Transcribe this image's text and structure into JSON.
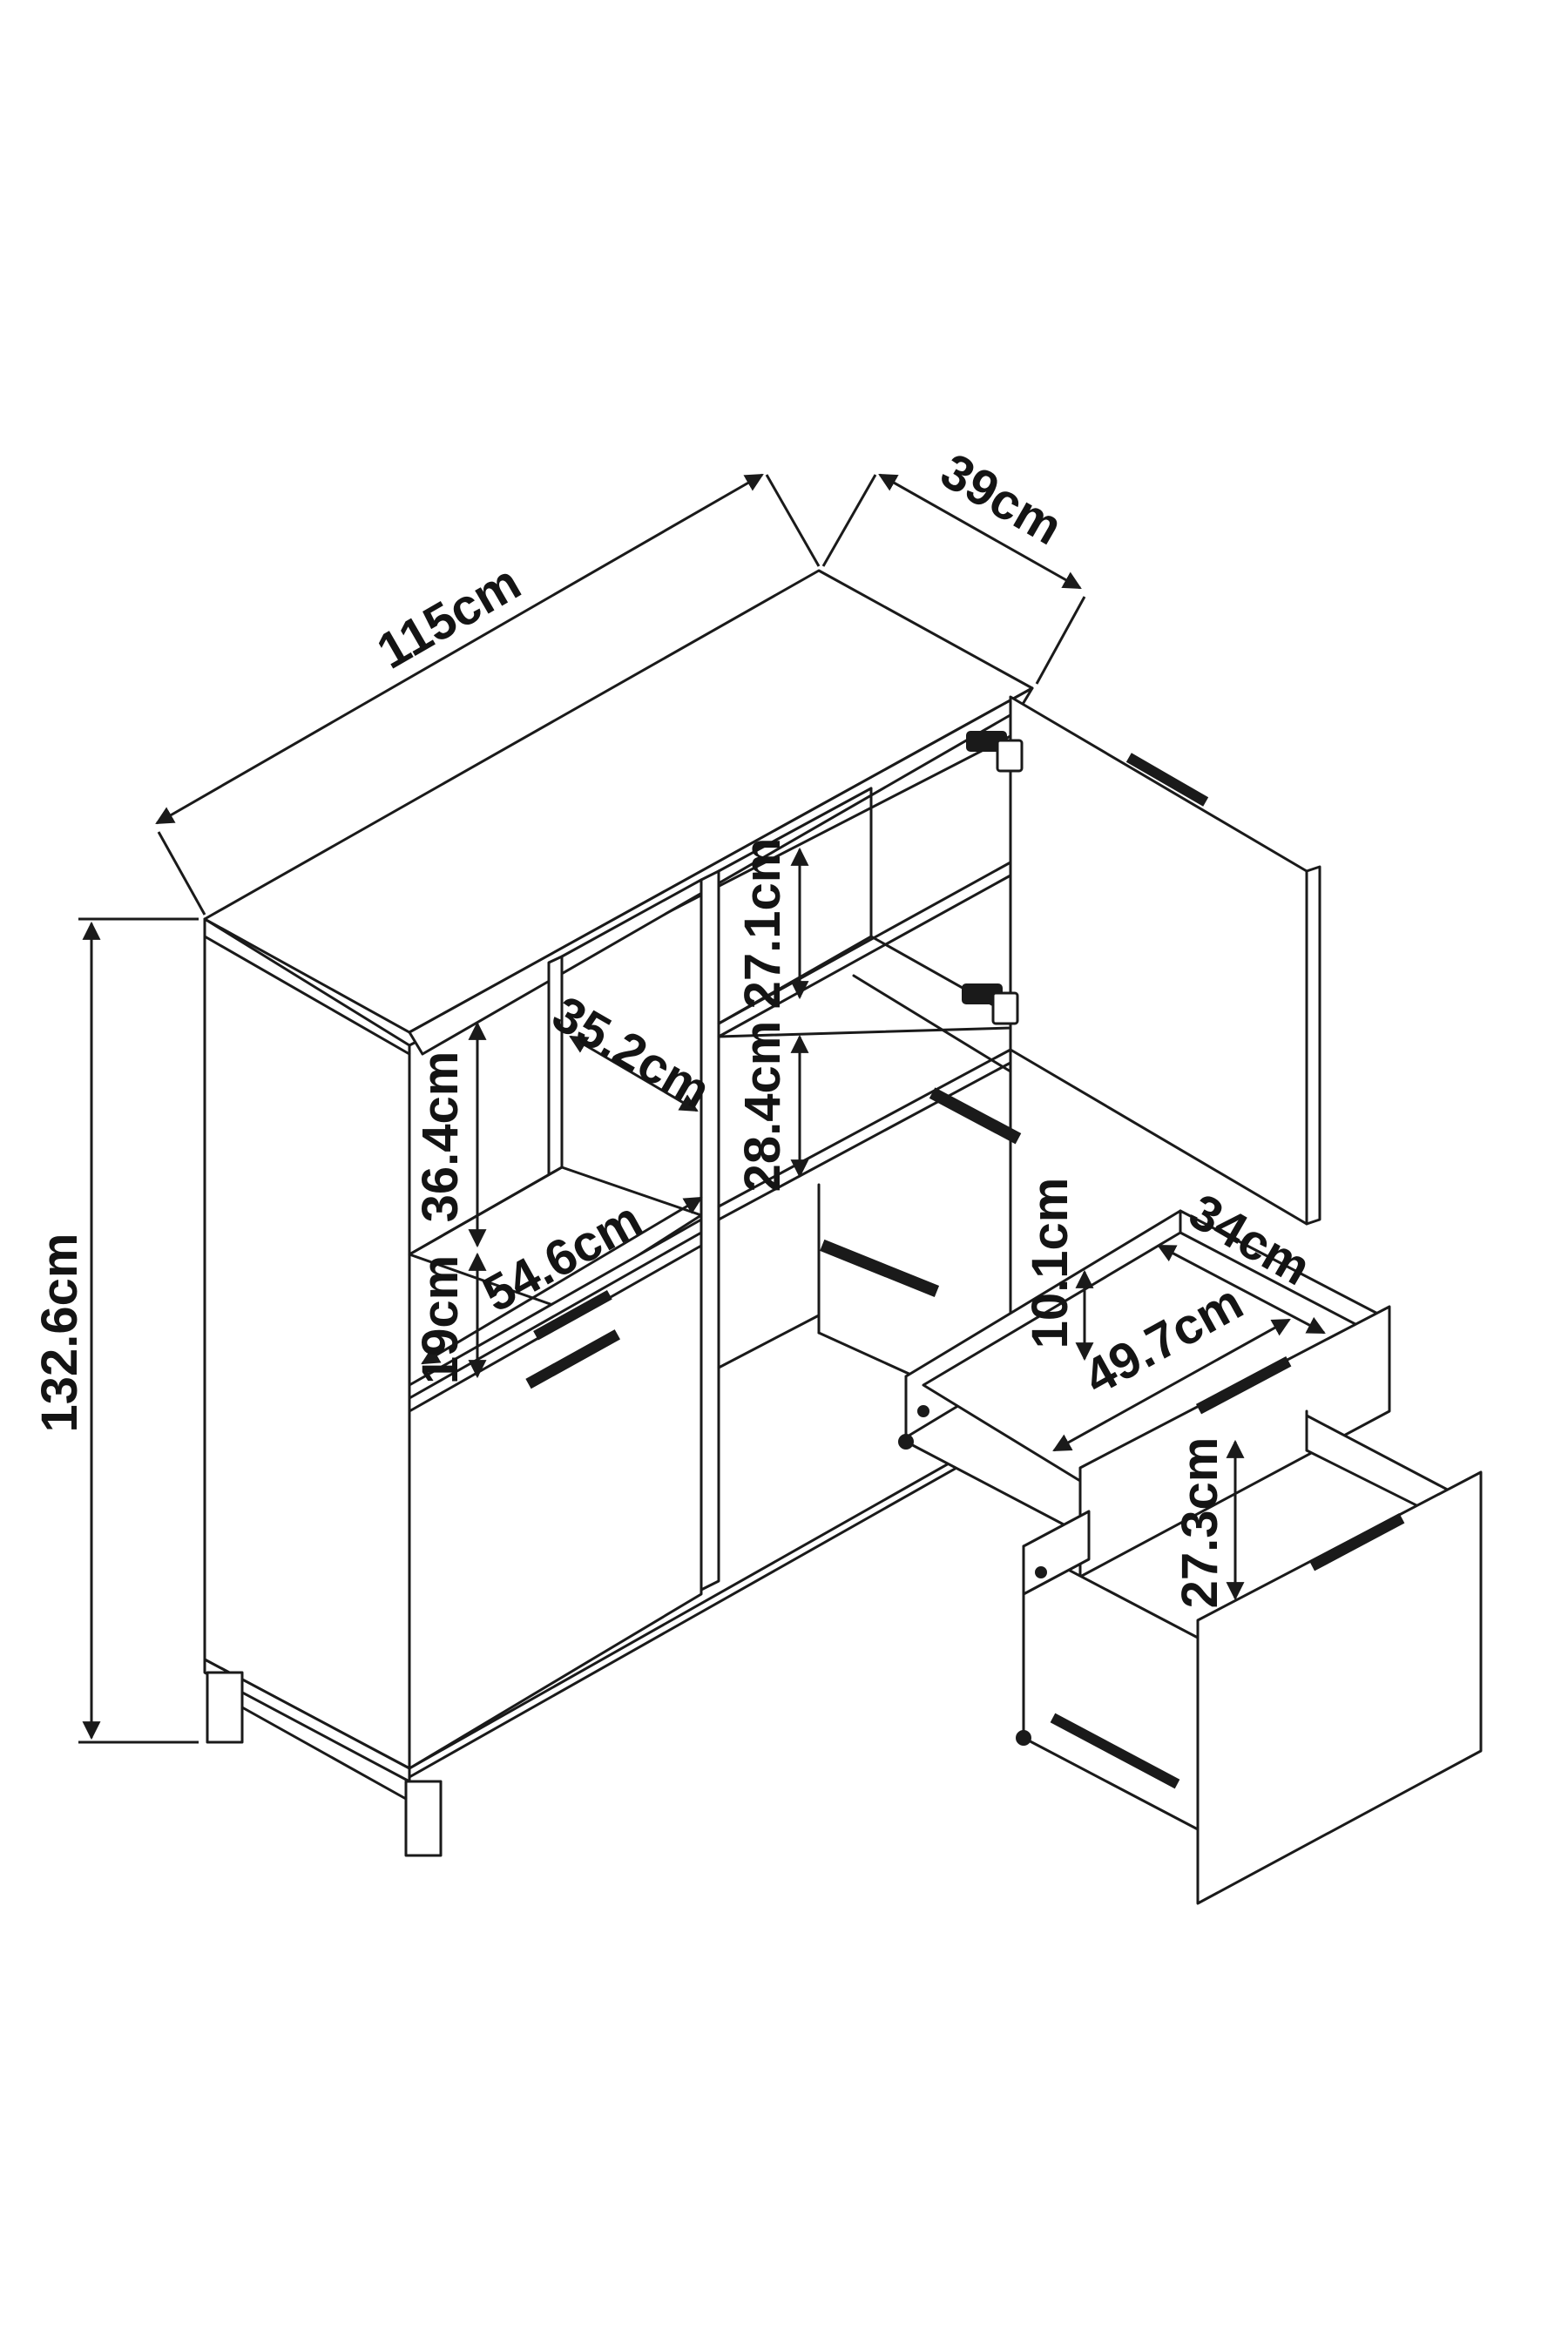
{
  "dimensions": {
    "width": "115cm",
    "depth": "39cm",
    "height": "132.6cm",
    "shelf_upper_right": "27.1cm",
    "shelf_lower_right": "28.4cm",
    "open_cell_height": "36.4cm",
    "open_cell_depth": "35.2cm",
    "lower_shelf_width": "54.6cm",
    "lower_shelf_height": "19cm",
    "drawer_height": "10.1cm",
    "drawer_depth": "34cm",
    "drawer_width": "49.7cm",
    "bottom_drawer_height": "27.3cm"
  }
}
